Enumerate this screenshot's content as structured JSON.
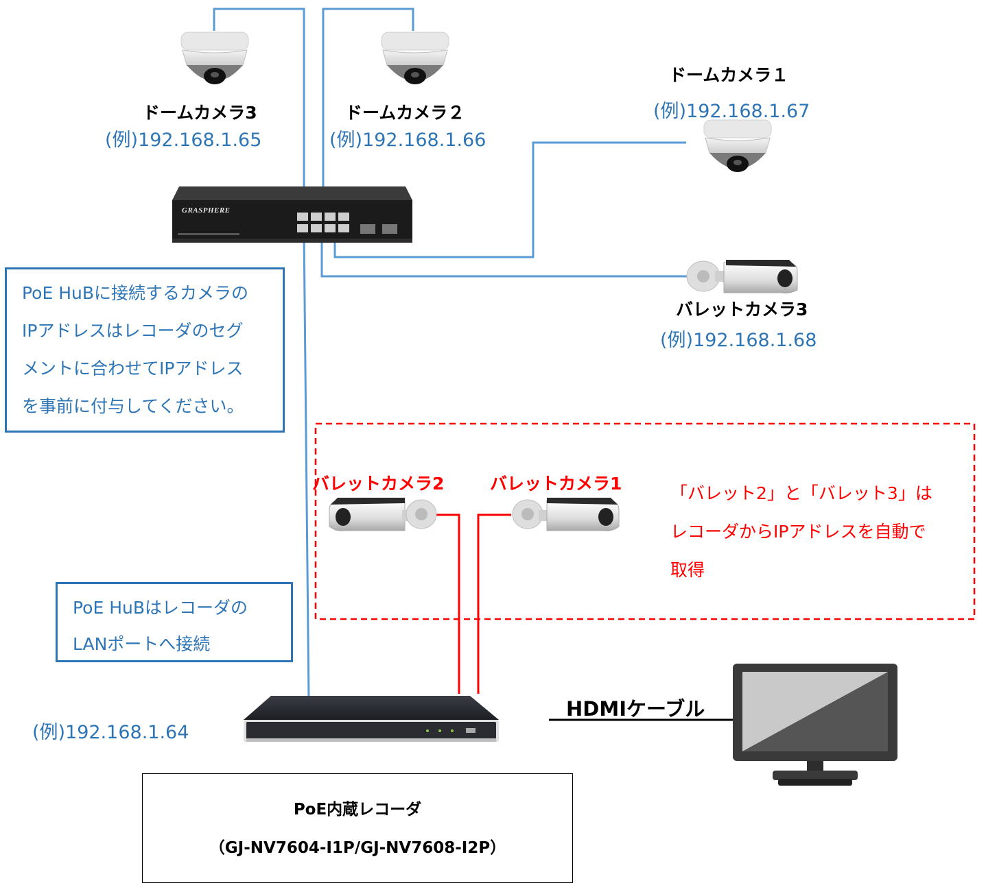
{
  "cameras": {
    "dome3": {
      "name": "ドームカメラ3",
      "ip": "(例)192.168.1.65"
    },
    "dome2": {
      "name": "ドームカメラ２",
      "ip": "(例)192.168.1.66"
    },
    "dome1": {
      "name": "ドームカメラ１",
      "ip": "(例)192.168.1.67"
    },
    "bullet3": {
      "name": "バレットカメラ3",
      "ip": "(例)192.168.1.68"
    },
    "bullet2": {
      "name": "バレットカメラ2"
    },
    "bullet1": {
      "name": "バレットカメラ1"
    }
  },
  "hub": {
    "brand": "GRASPHERE"
  },
  "note_hub_ip": {
    "lines": [
      "PoE HuBに接続するカメラの",
      "IPアドレスはレコーダのセグ",
      "メントに合わせてIPアドレス",
      "を事前に付与してください。"
    ]
  },
  "note_hub_lan": {
    "lines": [
      "PoE HuBはレコーダの",
      "LANポートへ接続"
    ]
  },
  "note_auto": {
    "lines": [
      "「バレット2」と「バレット3」は",
      "レコーダからIPアドレスを自動で",
      "取得"
    ]
  },
  "recorder": {
    "ip": "(例)192.168.1.64",
    "title": "PoE内蔵レコーダ",
    "models": "（GJ-NV7604-I1P/GJ-NV7608-I2P）"
  },
  "hdmi_label": "HDMIケーブル",
  "colors": {
    "lan": "#5B9BD5",
    "poe_direct": "#FF0000",
    "text_blue": "#2E75B6"
  }
}
